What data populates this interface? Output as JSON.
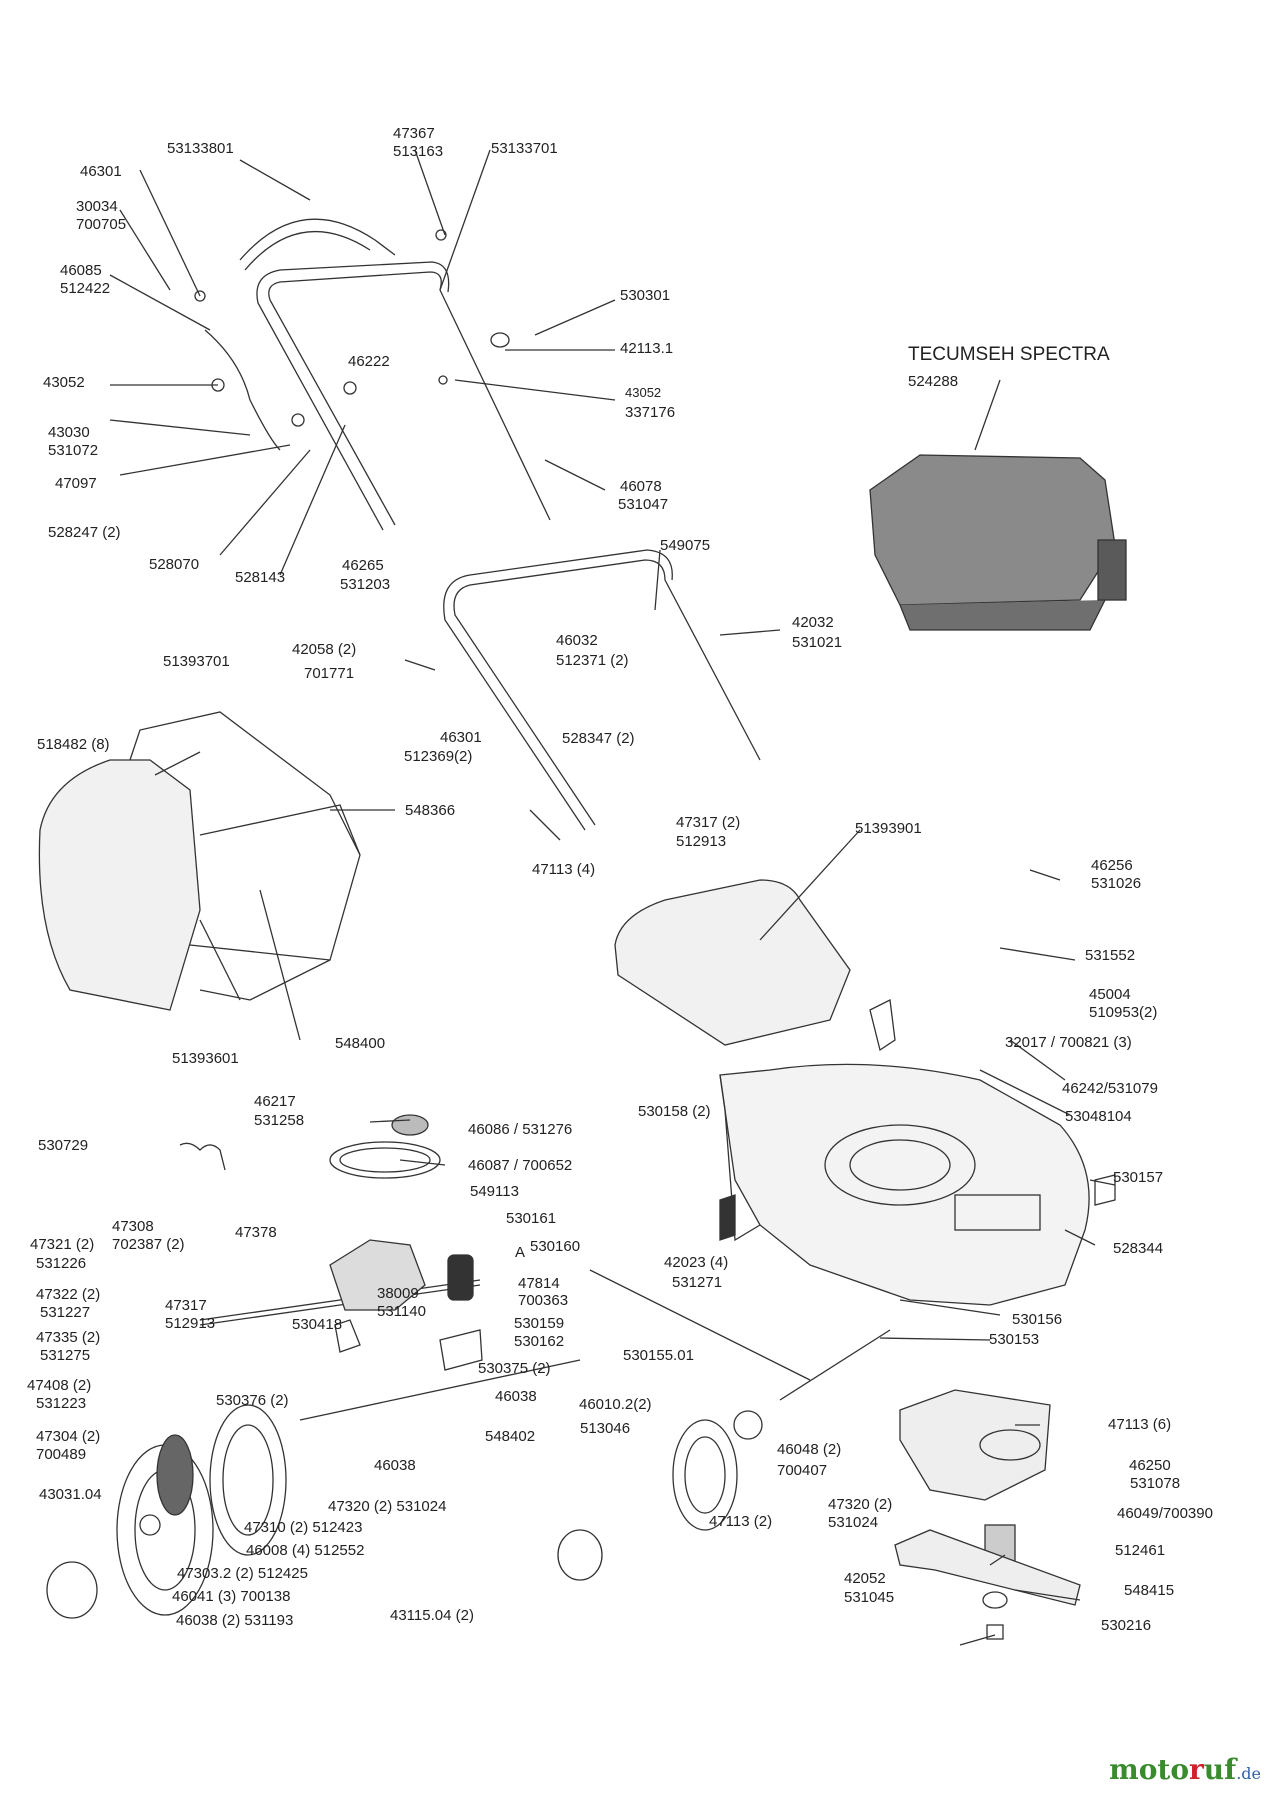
{
  "engine": {
    "brand": "TECUMSEH SPECTRA",
    "part_no": "524288"
  },
  "labels": [
    "53133801",
    "47367",
    "513163",
    "53133701",
    "46301",
    "30034",
    "700705",
    "46085",
    "512422",
    "530301",
    "42113.1",
    "46222",
    "43052",
    "43052",
    "337176",
    "43030",
    "531072",
    "47097",
    "46078",
    "531047",
    "528247 (2)",
    "528070",
    "528143",
    "549075",
    "46265",
    "531203",
    "46032",
    "512371 (2)",
    "42032",
    "531021",
    "42058 (2)",
    "701771",
    "51393701",
    "518482 (8)",
    "548366",
    "46301",
    "512369(2)",
    "528347 (2)",
    "47317 (2)",
    "512913",
    "47113 (4)",
    "51393901",
    "46256",
    "531026",
    "531552",
    "45004",
    "510953(2)",
    "32017 / 700821 (3)",
    "51393601",
    "548400",
    "46242/531079",
    "53048104",
    "46217",
    "531258",
    "46086 / 531276",
    "530729",
    "46087 / 700652",
    "530158 (2)",
    "549113",
    "530157",
    "47378",
    "530161",
    "47321 (2)",
    "47308",
    "702387 (2)",
    "531226",
    "A",
    "530160",
    "42023 (4)",
    "531271",
    "528344",
    "47814",
    "700363",
    "47322 (2)",
    "531227",
    "47317",
    "512913",
    "38009",
    "531140",
    "530418",
    "530159",
    "530156",
    "530153",
    "47335 (2)",
    "531275",
    "530162",
    "530375 (2)",
    "530155.01",
    "47408 (2)",
    "531223",
    "530376 (2)",
    "46038",
    "46010.2(2)",
    "513046",
    "47113 (6)",
    "548402",
    "47304 (2)",
    "700489",
    "46038",
    "46048 (2)",
    "700407",
    "46250",
    "531078",
    "43031.04",
    "47320 (2) 531024",
    "47113 (2)",
    "47320 (2)",
    "531024",
    "46049/700390",
    "47310 (2) 512423",
    "46008 (4) 512552",
    "512461",
    "47303.2 (2) 512425",
    "42052",
    "531045",
    "548415",
    "46041 (3) 700138",
    "43115.04 (2)",
    "46038 (2) 531193",
    "530216"
  ],
  "watermark": {
    "part1": "moto",
    "part2": "r",
    "part3": "uf",
    "part4": ".de"
  }
}
